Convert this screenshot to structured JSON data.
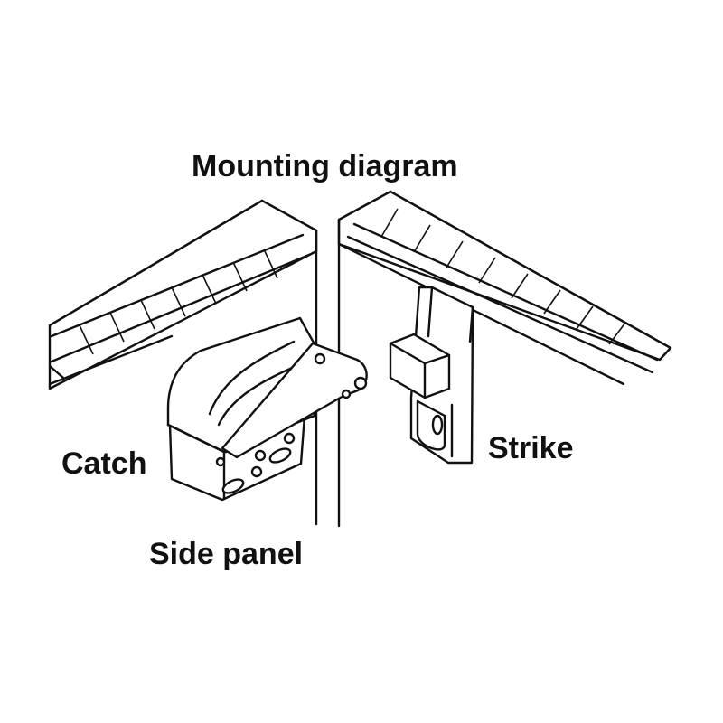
{
  "title": "Mounting diagram",
  "labels": {
    "catch": "Catch",
    "strike": "Strike",
    "side_panel": "Side panel"
  },
  "colors": {
    "line": "#111111",
    "background": "#ffffff"
  }
}
